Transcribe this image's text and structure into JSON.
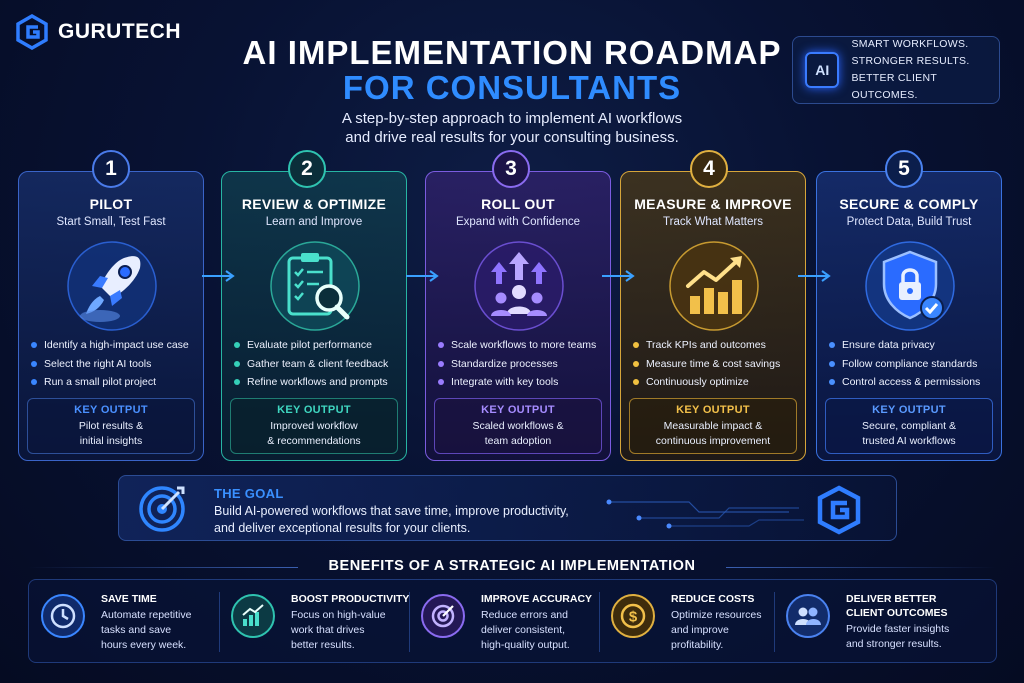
{
  "brand": {
    "name": "GURUTECH"
  },
  "title": {
    "line1": "AI IMPLEMENTATION ROADMAP",
    "line2": "FOR CONSULTANTS"
  },
  "subtitle": {
    "line1": "A step-by-step approach to implement AI workflows",
    "line2": "and drive real results for your consulting business."
  },
  "tagline": {
    "badge": "AI",
    "line1": "SMART WORKFLOWS.",
    "line2": "STRONGER RESULTS.",
    "line3": "BETTER CLIENT OUTCOMES."
  },
  "key_output_label": "KEY OUTPUT",
  "steps": [
    {
      "num": "1",
      "title": "PILOT",
      "subtitle": "Start Small, Test Fast",
      "icon": "rocket-icon",
      "color": "#3a86ff",
      "bullets": [
        "Identify a high-impact use case",
        "Select the right AI tools",
        "Run a small pilot project"
      ],
      "output": [
        "Pilot results &",
        "initial insights"
      ]
    },
    {
      "num": "2",
      "title": "REVIEW & OPTIMIZE",
      "subtitle": "Learn and Improve",
      "icon": "clipboard-search-icon",
      "color": "#2fc3b0",
      "bullets": [
        "Evaluate pilot performance",
        "Gather team & client feedback",
        "Refine workflows and prompts"
      ],
      "output": [
        "Improved workflow",
        "& recommendations"
      ]
    },
    {
      "num": "3",
      "title": "ROLL OUT",
      "subtitle": "Expand with Confidence",
      "icon": "team-growth-icon",
      "color": "#8a6bf0",
      "bullets": [
        "Scale workflows to more teams",
        "Standardize processes",
        "Integrate with key tools"
      ],
      "output": [
        "Scaled workflows &",
        "team adoption"
      ]
    },
    {
      "num": "4",
      "title": "MEASURE & IMPROVE",
      "subtitle": "Track What Matters",
      "icon": "growth-chart-icon",
      "color": "#e0b040",
      "bullets": [
        "Track KPIs and outcomes",
        "Measure time & cost savings",
        "Continuously optimize"
      ],
      "output": [
        "Measurable impact &",
        "continuous improvement"
      ]
    },
    {
      "num": "5",
      "title": "SECURE & COMPLY",
      "subtitle": "Protect Data, Build Trust",
      "icon": "shield-lock-icon",
      "color": "#4a82f0",
      "bullets": [
        "Ensure data privacy",
        "Follow compliance standards",
        "Control access & permissions"
      ],
      "output": [
        "Secure, compliant &",
        "trusted AI workflows"
      ]
    }
  ],
  "goal": {
    "label": "THE GOAL",
    "line1": "Build AI-powered workflows that save time, improve productivity,",
    "line2": "and deliver exceptional results for your clients.",
    "icon": "target-icon"
  },
  "benefits_title": "BENEFITS OF A STRATEGIC AI IMPLEMENTATION",
  "benefits": [
    {
      "name": [
        "SAVE TIME"
      ],
      "desc": [
        "Automate repetitive",
        "tasks and save",
        "hours every week."
      ],
      "icon": "clock-icon",
      "color": "#3a86ff"
    },
    {
      "name": [
        "BOOST PRODUCTIVITY"
      ],
      "desc": [
        "Focus on high-value",
        "work that drives",
        "better results."
      ],
      "icon": "bar-chart-icon",
      "color": "#2fc3b0"
    },
    {
      "name": [
        "IMPROVE ACCURACY"
      ],
      "desc": [
        "Reduce errors and",
        "deliver consistent,",
        "high-quality output."
      ],
      "icon": "target-icon",
      "color": "#8a6bf0"
    },
    {
      "name": [
        "REDUCE COSTS"
      ],
      "desc": [
        "Optimize resources",
        "and improve",
        "profitability."
      ],
      "icon": "dollar-icon",
      "color": "#e0b040"
    },
    {
      "name": [
        "DELIVER BETTER",
        "CLIENT OUTCOMES"
      ],
      "desc": [
        "Provide faster insights",
        "and stronger results."
      ],
      "icon": "people-icon",
      "color": "#4a82f0"
    }
  ]
}
